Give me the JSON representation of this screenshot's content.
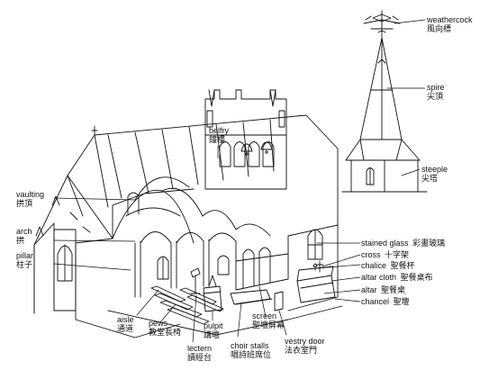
{
  "labels": {
    "weathercock": {
      "en": "weathercock",
      "zh": "風向標"
    },
    "spire": {
      "en": "spire",
      "zh": "尖頂"
    },
    "steeple": {
      "en": "steeple",
      "zh": "尖塔"
    },
    "belfry": {
      "en": "belfry",
      "zh": "鐘樓"
    },
    "vaulting": {
      "en": "vaulting",
      "zh": "拱頂"
    },
    "arch": {
      "en": "arch",
      "zh": "拱"
    },
    "pillar": {
      "en": "pillar",
      "zh": "柱子"
    },
    "stained_glass": {
      "en": "stained glass",
      "zh": "彩畫玻璃"
    },
    "cross": {
      "en": "cross",
      "zh": "十字架"
    },
    "chalice": {
      "en": "chalice",
      "zh": "聖餐杯"
    },
    "altar_cloth": {
      "en": "altar cloth",
      "zh": "聖餐桌布"
    },
    "altar": {
      "en": "altar",
      "zh": "聖餐桌"
    },
    "chancel": {
      "en": "chancel",
      "zh": "聖壇"
    },
    "aisle": {
      "en": "aisle",
      "zh": "通道"
    },
    "pews": {
      "en": "pews",
      "zh": "教堂長椅"
    },
    "lectern": {
      "en": "lectern",
      "zh": "讀經台"
    },
    "pulpit": {
      "en": "pulpit",
      "zh": "講壇"
    },
    "choir_stalls": {
      "en": "choir stalls",
      "zh": "唱詩班席位"
    },
    "screen": {
      "en": "screen",
      "zh": "聖壇屏幕"
    },
    "vestry_door": {
      "en": "vestry door",
      "zh": "法衣室門"
    }
  }
}
